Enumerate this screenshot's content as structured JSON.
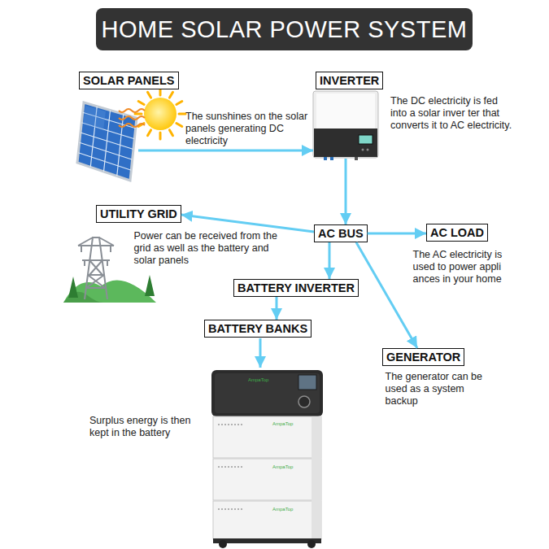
{
  "diagram": {
    "title": "HOME SOLAR POWER SYSTEM",
    "nodes": [
      {
        "text": [
          "SOLAR PANELS",
          "The sunshines on the solar panels generating DC electricity"
        ]
      },
      {
        "text": [
          "INVERTER",
          "The DC electricity is fed into a solar inver ter that converts it to AC electricity."
        ]
      },
      {
        "text": [
          "UTILITY GRID",
          "Power can be received from the grid as well as the battery and solar panels"
        ]
      },
      {
        "text": [
          "AC BUS"
        ]
      },
      {
        "text": [
          "AC LOAD",
          "The AC electricity is used to power appli ances in your home"
        ]
      },
      {
        "text": [
          "BATTERY INVERTER"
        ]
      },
      {
        "text": [
          "BATTERY BANKS"
        ]
      },
      {
        "text": [
          "GENERATOR",
          "The generator can be used as a system backup"
        ]
      }
    ],
    "edges": [
      {
        "from": 0,
        "to": 1,
        "arrow": "to"
      },
      {
        "from": 1,
        "to": 3,
        "arrow": "to"
      },
      {
        "from": 3,
        "to": 2,
        "arrow": "to"
      },
      {
        "from": 3,
        "to": 4,
        "arrow": "to"
      },
      {
        "from": 3,
        "to": 5,
        "arrow": "to"
      },
      {
        "from": 3,
        "to": 7,
        "arrow": "to"
      },
      {
        "from": 5,
        "to": 6,
        "arrow": "to"
      }
    ],
    "labels": [
      "Surplus energy is then kept in the battery",
      "AmpaTop",
      "AmpaTop",
      "AmpaTop",
      "AmpaTop"
    ]
  }
}
